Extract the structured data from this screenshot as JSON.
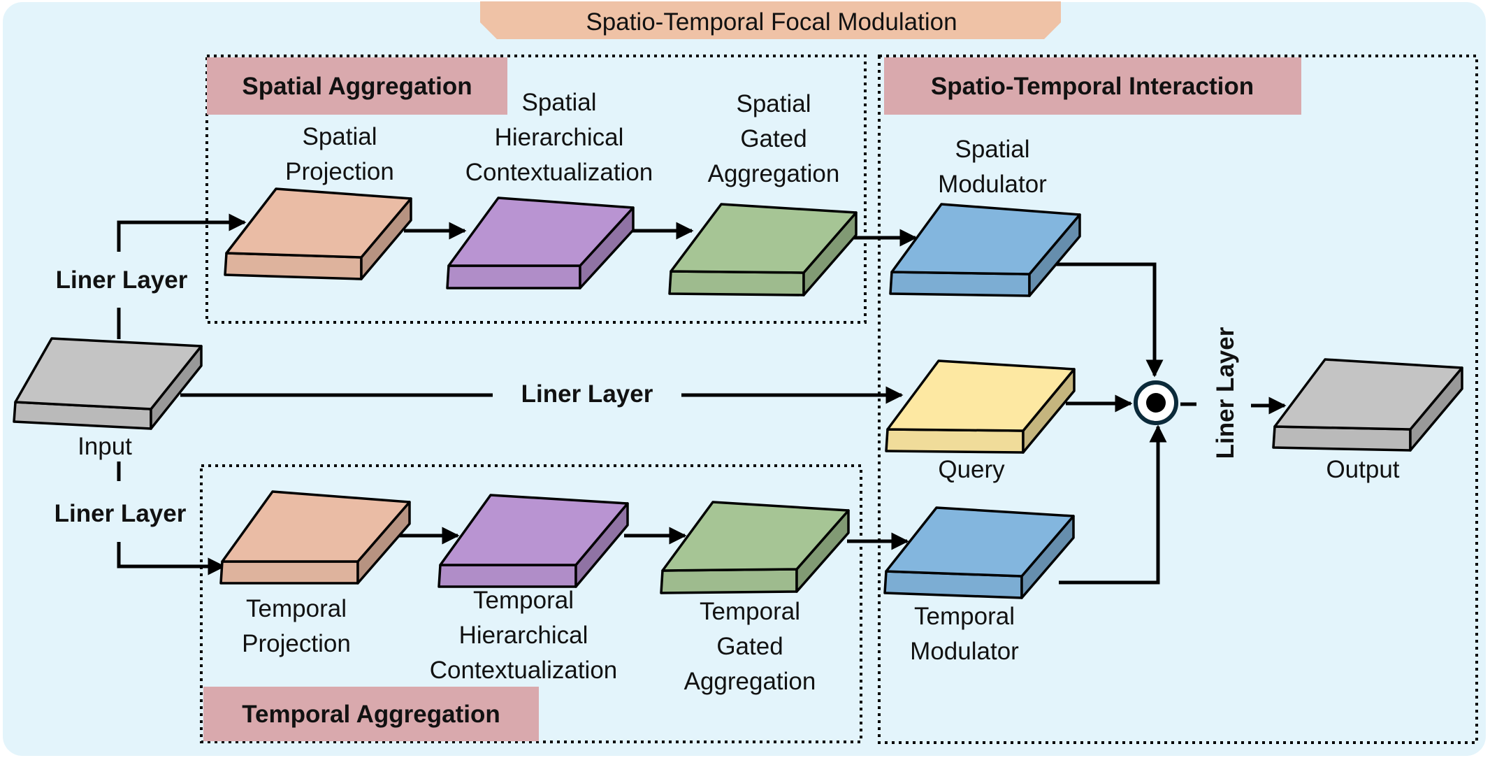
{
  "title": "Spatio-Temporal Focal Modulation",
  "groups": {
    "spatial_aggregation": "Spatial Aggregation",
    "temporal_aggregation": "Temporal Aggregation",
    "st_interaction": "Spatio-Temporal Interaction"
  },
  "blocks": {
    "input": {
      "label": "Input",
      "color": "#c4c4c4"
    },
    "spatial_projection": {
      "label": [
        "Spatial",
        "Projection"
      ],
      "color": "#eabca5"
    },
    "spatial_hier": {
      "label": [
        "Spatial",
        "Hierarchical",
        "Contextualization"
      ],
      "color": "#b994d2"
    },
    "spatial_gated": {
      "label": [
        "Spatial",
        "Gated",
        "Aggregation"
      ],
      "color": "#a6c595"
    },
    "spatial_modulator": {
      "label": [
        "Spatial",
        "Modulator"
      ],
      "color": "#83b6de"
    },
    "query": {
      "label": "Query",
      "color": "#fde8a2"
    },
    "temporal_modulator": {
      "label": [
        "Temporal",
        "Modulator"
      ],
      "color": "#83b6de"
    },
    "temporal_projection": {
      "label": [
        "Temporal",
        "Projection"
      ],
      "color": "#eabca5"
    },
    "temporal_hier": {
      "label": [
        "Temporal",
        "Hierarchical",
        "Contextualization"
      ],
      "color": "#b994d2"
    },
    "temporal_gated": {
      "label": [
        "Temporal",
        "Gated",
        "Aggregation"
      ],
      "color": "#a6c595"
    },
    "output": {
      "label": "Output",
      "color": "#c4c4c4"
    }
  },
  "liner_layer": {
    "top": "Liner Layer",
    "middle": "Liner Layer",
    "bottom": "Liner Layer",
    "vertical": "Liner Layer"
  },
  "colors": {
    "background": "#e3f4fb",
    "title_banner": "#efc2a6",
    "group_header": "#d9a9ad",
    "line": "#000000"
  },
  "icons": {
    "operator": "hadamard-product-icon"
  }
}
